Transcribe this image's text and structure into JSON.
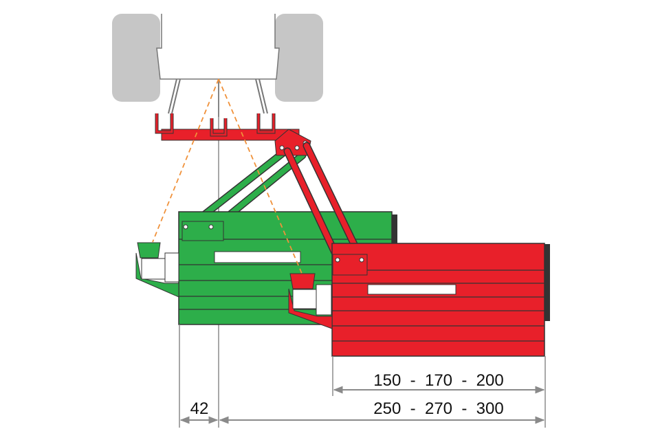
{
  "colors": {
    "green": "#2DAE4A",
    "red": "#E8202A",
    "tyre": "#C6C6C6",
    "dimension": "#8A8A8A",
    "guide": "#F0913A"
  },
  "dimensions": {
    "offset": "42",
    "working_width": "150  -  170  -  200",
    "total_reach": "250  -  270  -  300"
  }
}
